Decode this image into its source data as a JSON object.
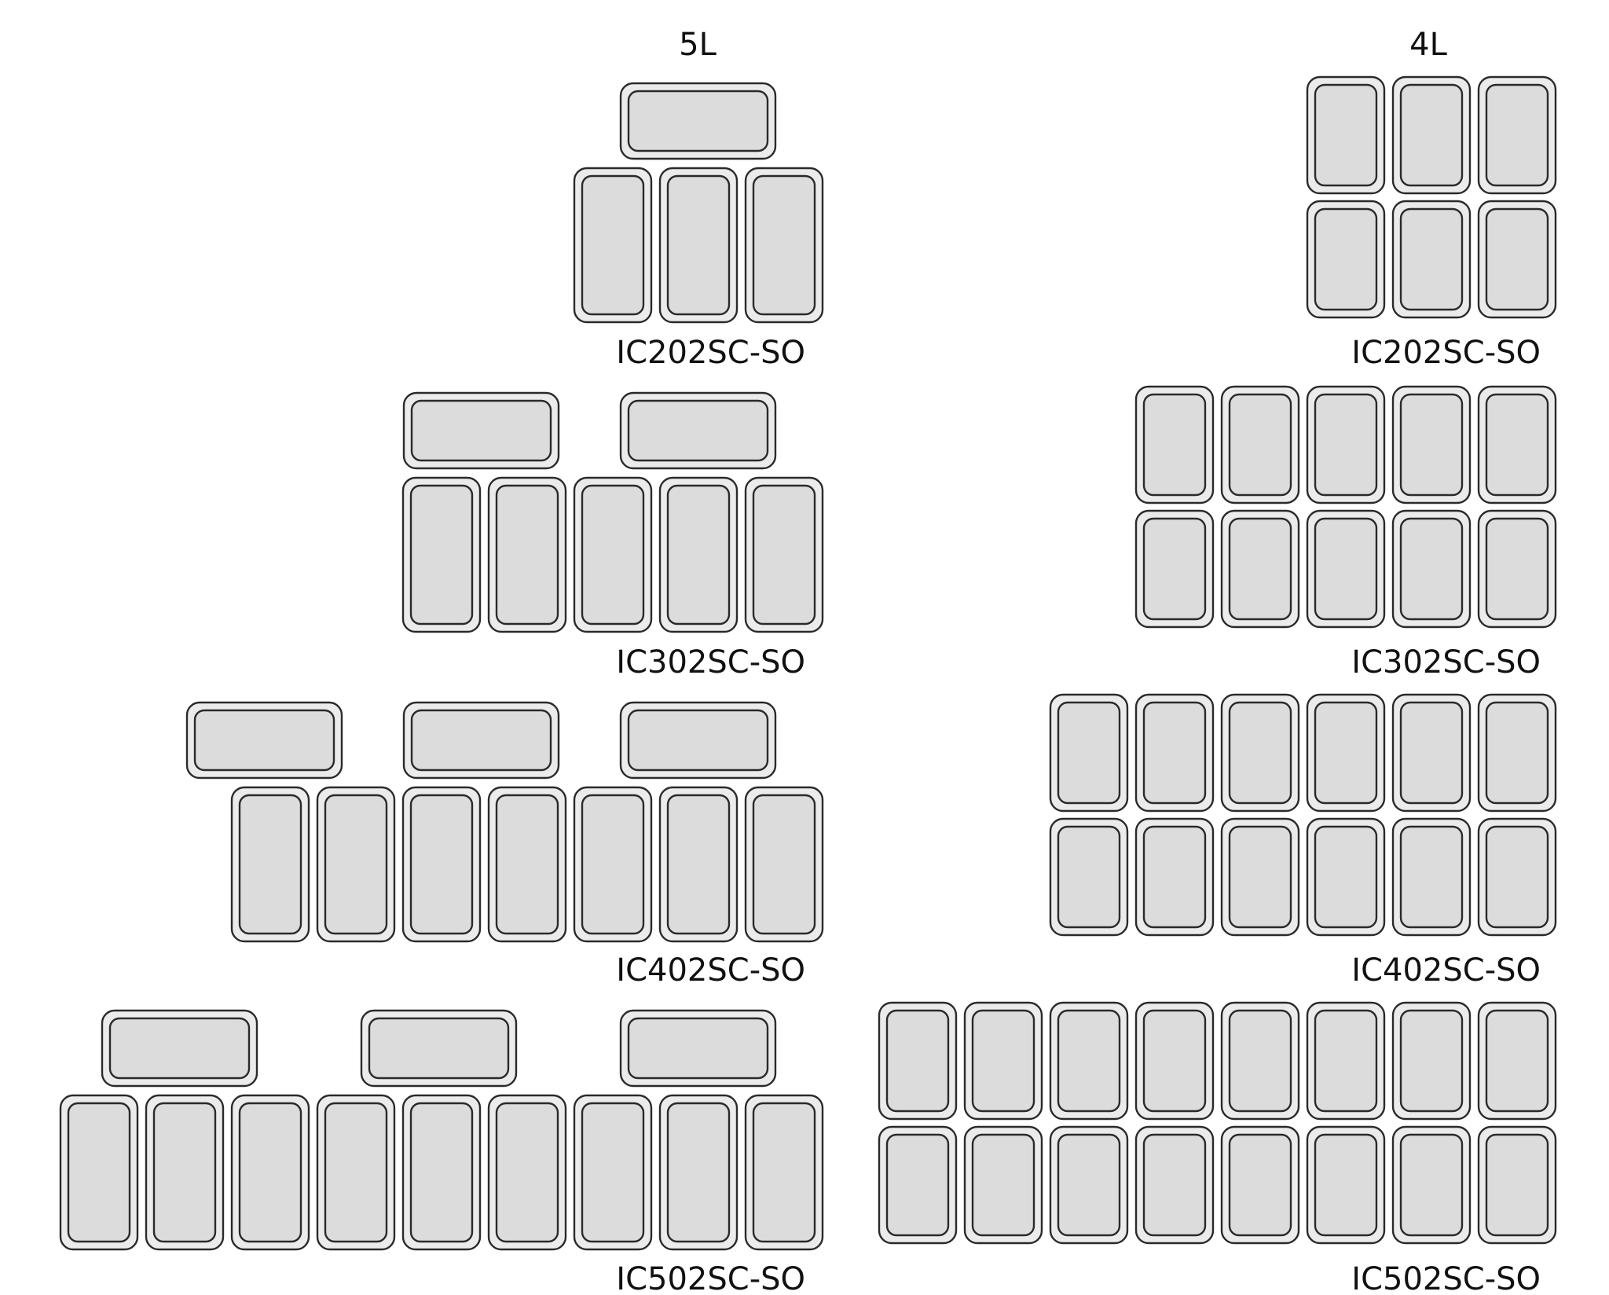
{
  "columns": [
    {
      "id": "5L",
      "header": "5L",
      "rows": [
        {
          "model": "IC202SC-SO",
          "upright_pans": 3,
          "horizontal_pans": 1
        },
        {
          "model": "IC302SC-SO",
          "upright_pans": 5,
          "horizontal_pans": 2
        },
        {
          "model": "IC402SC-SO",
          "upright_pans": 7,
          "horizontal_pans": 3
        },
        {
          "model": "IC502SC-SO",
          "upright_pans": 9,
          "horizontal_pans": 3
        }
      ]
    },
    {
      "id": "4L",
      "header": "4L",
      "rows": [
        {
          "model": "IC202SC-SO",
          "grid_columns": 3,
          "grid_rows": 2
        },
        {
          "model": "IC302SC-SO",
          "grid_columns": 5,
          "grid_rows": 2
        },
        {
          "model": "IC402SC-SO",
          "grid_columns": 6,
          "grid_rows": 2
        },
        {
          "model": "IC502SC-SO",
          "grid_columns": 8,
          "grid_rows": 2
        }
      ]
    }
  ]
}
